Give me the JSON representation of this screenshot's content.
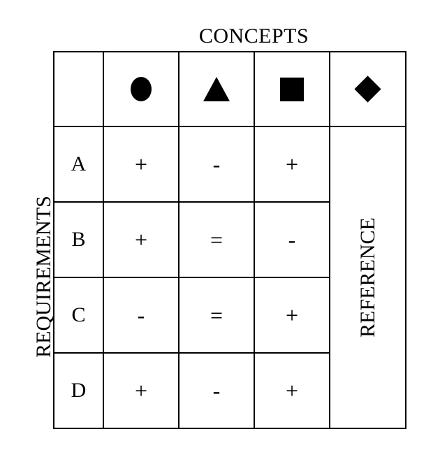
{
  "title": "CONCEPTS",
  "row_axis_label": "REQUIREMENTS",
  "reference_label": "REFERENCE",
  "concepts": [
    "circle",
    "triangle",
    "square",
    "diamond"
  ],
  "requirements": [
    "A",
    "B",
    "C",
    "D"
  ],
  "matrix": {
    "rows": [
      {
        "label": "A",
        "values": [
          "+",
          "-",
          "+"
        ]
      },
      {
        "label": "B",
        "values": [
          "+",
          "=",
          "-"
        ]
      },
      {
        "label": "C",
        "values": [
          "-",
          "=",
          "+"
        ]
      },
      {
        "label": "D",
        "values": [
          "+",
          "-",
          "+"
        ]
      }
    ]
  },
  "colors": {
    "ink": "#000000",
    "background": "#ffffff"
  }
}
